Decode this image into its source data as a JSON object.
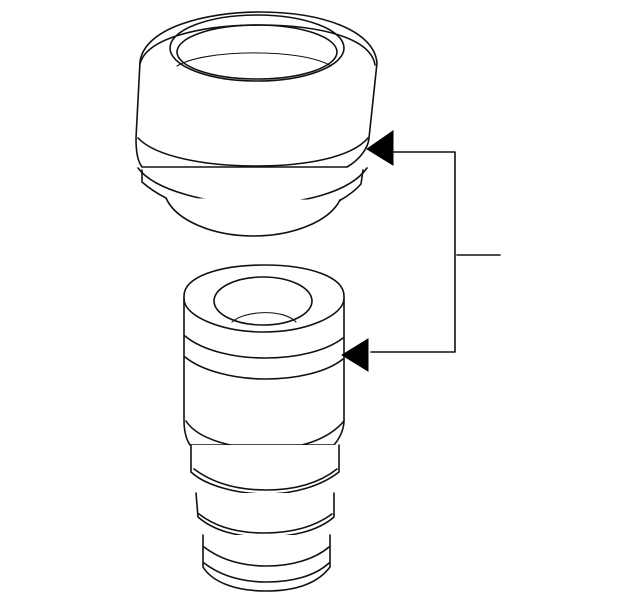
{
  "diagram": {
    "colors": {
      "ink": "#111111",
      "background": "#ffffff"
    },
    "components": [
      {
        "name": "upper-cap-seal",
        "kind": "drawing"
      },
      {
        "name": "lower-sleeve",
        "kind": "drawing"
      }
    ],
    "callout": {
      "label_text": "",
      "targets": [
        "upper-cap-seal",
        "lower-sleeve"
      ]
    }
  }
}
